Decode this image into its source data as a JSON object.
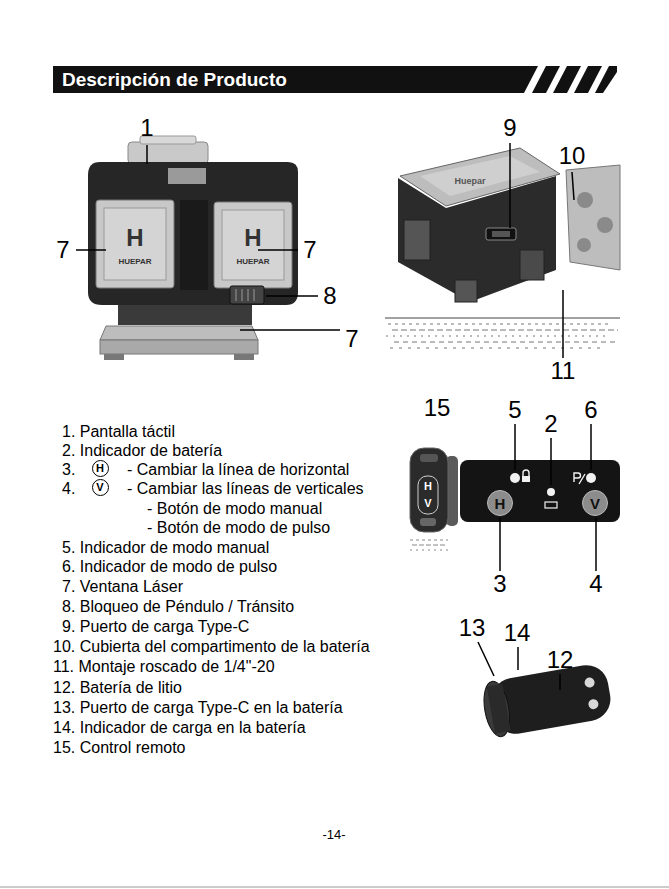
{
  "diagram": {
    "title": "Descripción de Producto",
    "nodes": [
      {
        "text": [
          "H"
        ]
      },
      {
        "text": [
          "V"
        ]
      },
      {
        "text": [
          "H"
        ]
      },
      {
        "text": [
          "V"
        ]
      }
    ],
    "labels": [
      "1",
      "9",
      "10",
      "7",
      "H",
      "HUEPAR",
      "H",
      "HUEPAR",
      "7",
      "Huepar",
      "8",
      "7",
      "11",
      "15",
      "5",
      "2",
      "6",
      "1. Pantalla táctil",
      "2. Indicador de batería",
      "3.",
      "- Cambiar la línea de horizontal",
      "4.",
      "- Cambiar las líneas de verticales",
      "- Botón de modo manual",
      "- Botón de modo de pulso",
      "5. Indicador de modo manual",
      "6. Indicador de modo de pulso",
      "7. Ventana Láser",
      "8. Bloqueo de Péndulo / Tránsito",
      "9. Puerto de carga Type-C",
      "10. Cubierta del compartimento de la batería",
      "11. Montaje roscado de 1/4\"-20",
      "12. Batería de litio",
      "13. Puerto de carga Type-C en la batería",
      "14. Indicador de carga en la batería",
      "15. Control remoto",
      "H",
      "V",
      "3",
      "4",
      "13",
      "14",
      "12",
      "-14-"
    ]
  }
}
